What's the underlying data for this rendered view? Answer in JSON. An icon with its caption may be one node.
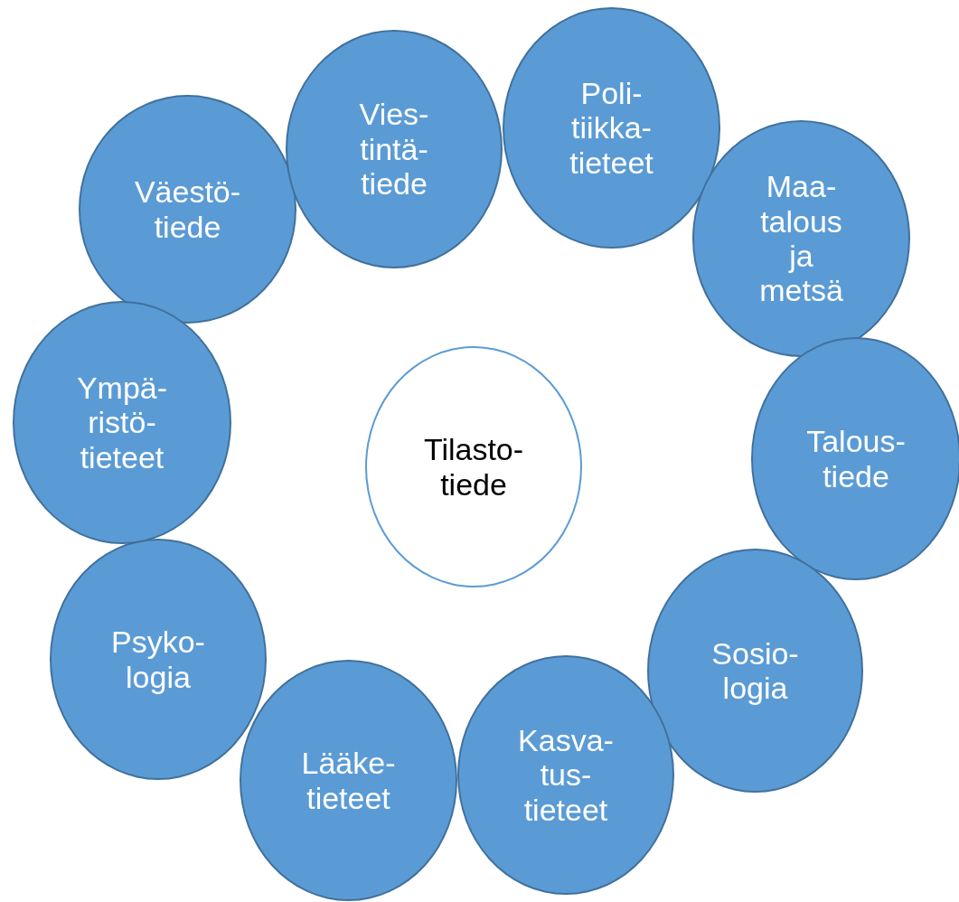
{
  "diagram": {
    "nodes": [
      {
        "text": [
          "Tilasto- tiede"
        ]
      },
      {
        "text": [
          "Väestö- tiede"
        ]
      },
      {
        "text": [
          "Vies- tintä- tiede"
        ]
      },
      {
        "text": [
          "Poli- tiikka- tieteet"
        ]
      },
      {
        "text": [
          "Maa- talous ja metsä"
        ]
      },
      {
        "text": [
          "Talous- tiede"
        ]
      },
      {
        "text": [
          "Sosio- logia"
        ]
      },
      {
        "text": [
          "Kasva- tus- tieteet"
        ]
      },
      {
        "text": [
          "Lääke- tieteet"
        ]
      },
      {
        "text": [
          "Psyko- logia"
        ]
      },
      {
        "text": [
          "Ympä- ristö- tieteet"
        ]
      }
    ]
  }
}
